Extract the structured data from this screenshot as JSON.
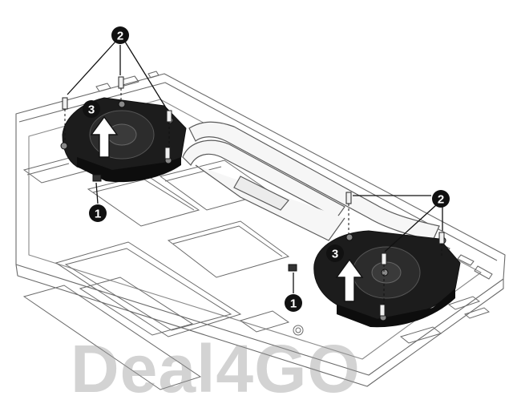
{
  "callouts": {
    "screws_fan_1": "2",
    "screws_fan_2": "2",
    "cable_fan_1": "1",
    "cable_fan_2": "1",
    "lift_fan_1": "3",
    "lift_fan_2": "3"
  },
  "watermark": "Deal4GO",
  "colors": {
    "line": "#6a6a6a",
    "fan": "#1c1c1c",
    "callout": "#111111",
    "watermark": "#969696"
  }
}
